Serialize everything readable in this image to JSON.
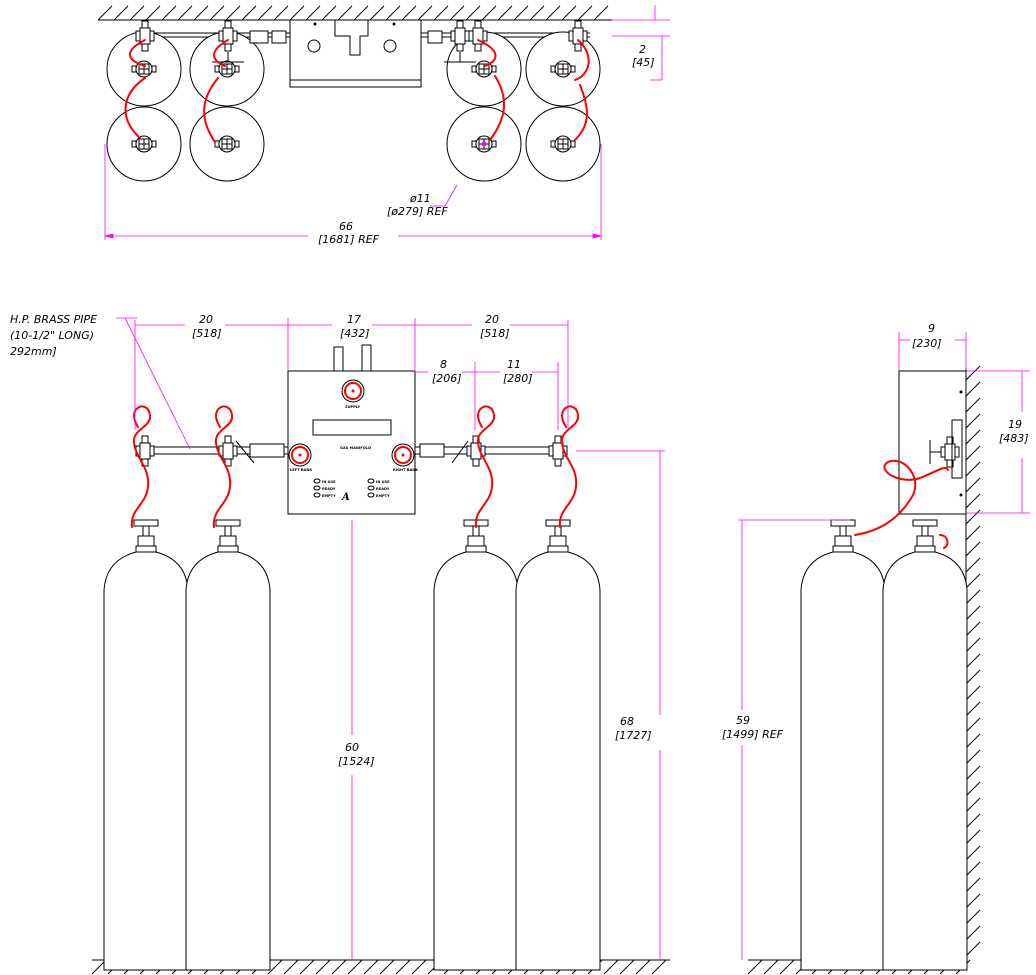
{
  "drawing": {
    "top_view": {
      "dim_offset": {
        "value": "2",
        "metric": "[45]"
      },
      "dim_cylinder_dia": {
        "value": "ø11",
        "metric": "[ø279] REF"
      },
      "dim_overall_width": {
        "value": "66",
        "metric": "[1681] REF"
      }
    },
    "front_view": {
      "pipe_note": [
        "H.P. BRASS PIPE",
        "(10-1/2\" LONG)",
        "292mm]"
      ],
      "dim_left_spacing": {
        "value": "20",
        "metric": "[518]"
      },
      "dim_panel_width": {
        "value": "17",
        "metric": "[432]"
      },
      "dim_right_spacing": {
        "value": "20",
        "metric": "[518]"
      },
      "dim_panel_to_valve": {
        "value": "8",
        "metric": "[206]"
      },
      "dim_valve_spacing": {
        "value": "11",
        "metric": "[280]"
      },
      "dim_panel_height_from_floor": {
        "value": "60",
        "metric": "[1524]"
      },
      "dim_header_height": {
        "value": "68",
        "metric": "[1727]"
      },
      "panel": {
        "gauge_supply": "SUPPLY",
        "gauge_left": "LEFT BANK",
        "gauge_right": "RIGHT BANK",
        "title": "GAS MANIFOLD",
        "left_indicators": [
          "IN USE",
          "READY",
          "EMPTY"
        ],
        "right_indicators": [
          "IN USE",
          "READY",
          "EMPTY"
        ],
        "logo": "A"
      }
    },
    "side_view": {
      "dim_panel_depth": {
        "value": "9",
        "metric": "[230]"
      },
      "dim_panel_height": {
        "value": "19",
        "metric": "[483]"
      },
      "dim_cylinder_height": {
        "value": "59",
        "metric": "[1499] REF"
      }
    }
  },
  "colors": {
    "dimension": "#ff00ff",
    "pigtail": "#ff0000",
    "line": "#000000"
  }
}
